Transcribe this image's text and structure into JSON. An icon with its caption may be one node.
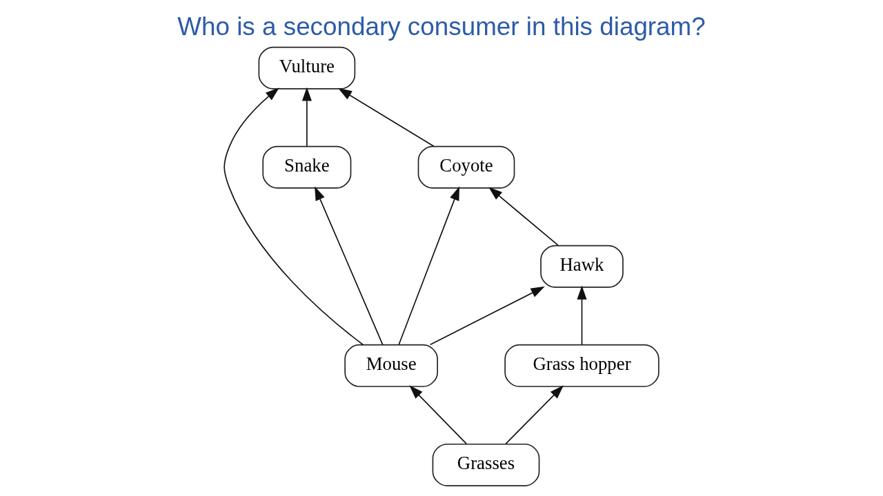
{
  "diagram": {
    "title": "Who is a secondary consumer in this diagram?",
    "nodes": [
      {
        "text": [
          "Coyote"
        ]
      },
      {
        "text": [
          "Vulture"
        ]
      },
      {
        "text": [
          "Mouse"
        ]
      },
      {
        "text": [
          "Hawk"
        ]
      },
      {
        "text": [
          "Snake"
        ]
      },
      {
        "text": [
          "Grass hopper"
        ]
      },
      {
        "text": [
          "Grasses"
        ]
      }
    ],
    "edges": [
      {
        "from": 0,
        "to": 1,
        "arrow": "to"
      },
      {
        "from": 2,
        "to": 0,
        "arrow": "to"
      },
      {
        "from": 2,
        "to": 1,
        "arrow": "to"
      },
      {
        "from": 2,
        "to": 3,
        "arrow": "to"
      },
      {
        "from": 2,
        "to": 4,
        "arrow": "to"
      },
      {
        "from": 4,
        "to": 1,
        "arrow": "to"
      },
      {
        "from": 3,
        "to": 0,
        "arrow": "to"
      },
      {
        "from": 5,
        "to": 3,
        "arrow": "to"
      },
      {
        "from": 6,
        "to": 5,
        "arrow": "to"
      },
      {
        "from": 6,
        "to": 2,
        "arrow": "to"
      }
    ]
  }
}
